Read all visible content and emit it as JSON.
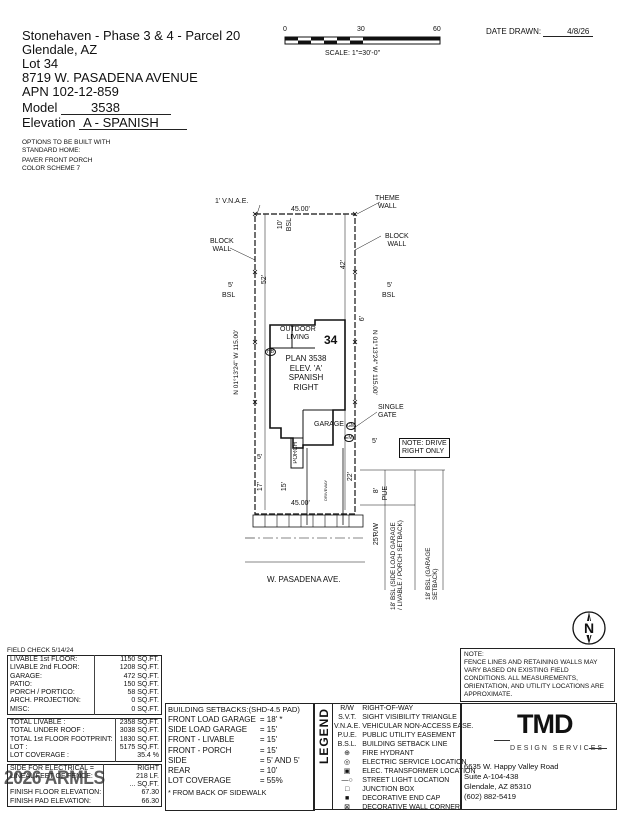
{
  "header": {
    "line1": "Stonehaven - Phase 3 & 4 - Parcel 20",
    "city": "Glendale, AZ",
    "lot_label": "Lot",
    "lot_value": "34",
    "address": "8719 W. PASADENA AVENUE",
    "apn_label": "APN",
    "apn_value": "102-12-859",
    "model_label": "Model",
    "model_value": "3538",
    "elevation_label": "Elevation",
    "elevation_value": "A - SPANISH"
  },
  "options": {
    "title": "OPTIONS TO BE BUILT WITH STANDARD HOME:",
    "title_line1": "OPTIONS TO BE BUILT WITH",
    "title_line2": "STANDARD HOME:",
    "items": [
      "PAVER FRONT PORCH",
      "COLOR SCHEME 7"
    ]
  },
  "scale_bar": {
    "ticks": [
      "0",
      "30",
      "60"
    ],
    "label": "SCALE:  1\"=30'-0\""
  },
  "date": {
    "label": "DATE DRAWN:",
    "value": "4/8/26"
  },
  "plan": {
    "lot_number": "34",
    "plan_text": [
      "PLAN 3538",
      "ELEV. 'A'",
      "SPANISH",
      "RIGHT"
    ],
    "outdoor_living": [
      "OUTDOOR",
      "LIVING"
    ],
    "garage": "GARAGE",
    "porch": "PORCH",
    "driveway": "DRIVEWAY",
    "ve_nae": "1' V.N.A.E.",
    "theme_wall": [
      "THEME",
      "WALL"
    ],
    "block_wall_left": [
      "BLOCK",
      "WALL"
    ],
    "block_wall_right": [
      "BLOCK",
      "WALL"
    ],
    "single_gate": [
      "SINGLE",
      "GATE"
    ],
    "note_drive": [
      "NOTE: DRIVE",
      "RIGHT ONLY"
    ],
    "top_width": "45.00'",
    "bottom_width": "45.00'",
    "left_side": "N 01°13'24\" W  115.00'",
    "right_side": "N 01°13'24\" W  115.00'",
    "dim_10": "10'",
    "dim_bsl": "BSL",
    "dim_42": "42'",
    "dim_52": "52'",
    "dim_5_left": "5'",
    "dim_5_right": "5'",
    "bsl_left": "BSL",
    "bsl_right": "BSL",
    "dim_6": "6'",
    "dim_5b": "5'",
    "dim_5c": "5'",
    "dim_17": "17'",
    "dim_15": "15'",
    "dim_22": "22'",
    "dim_8": "8'",
    "pue": "PUE",
    "rw": "R/W",
    "dim_25": "25'",
    "dim_18_left": "18' BSL (SIDE LOAD GARAGE / LIVABLE / PORCH SETBACK)",
    "dim_18_right": "18' BSL (GARAGE SETBACK)",
    "street": "W. PASADENA AVE.",
    "hb": "HB",
    "gm": "GM",
    "em": "EM"
  },
  "stats": {
    "field_check": "FIELD CHECK  5/14/24",
    "rows": [
      [
        "LIVABLE 1st FLOOR:",
        "1150 SQ.FT."
      ],
      [
        "LIVABLE 2nd FLOOR:",
        "1208 SQ.FT."
      ],
      [
        "GARAGE:",
        "472 SQ.FT."
      ],
      [
        "PATIO:",
        "150 SQ.FT."
      ],
      [
        "PORCH / PORTICO:",
        "58 SQ.FT."
      ],
      [
        "ARCH. PROJECTION:",
        "0 SQ.FT."
      ],
      [
        "MISC:",
        "0 SQ.FT."
      ]
    ],
    "totals": [
      [
        "TOTAL LIVABLE :",
        "2358 SQ.FT."
      ],
      [
        "TOTAL UNDER ROOF :",
        "3038 SQ.FT."
      ],
      [
        "TOTAL 1st FLOOR FOOTPRINT:",
        "1830 SQ.FT."
      ],
      [
        "LOT :",
        "5175 SQ.FT."
      ],
      [
        "LOT COVERAGE :",
        "35.4 %"
      ]
    ],
    "extra": [
      [
        "SIDE FOR ELECTRICAL =",
        "RIGHT"
      ],
      [
        "LINEAL FEET OF FENCE:",
        "218 LF."
      ],
      [
        "",
        "... SQ.FT."
      ],
      [
        "FINISH FLOOR ELEVATION:",
        "67.30"
      ],
      [
        "FINISH PAD ELEVATION:",
        "66.30"
      ]
    ]
  },
  "setbacks": {
    "title": "BUILDING SETBACKS:(SHD-4.5 PAD)",
    "rows": [
      [
        "FRONT LOAD GARAGE",
        "= 18' *"
      ],
      [
        "SIDE LOAD GARAGE",
        "= 15'"
      ],
      [
        "FRONT - LIVABLE",
        "= 15'"
      ],
      [
        "FRONT - PORCH",
        "= 15'"
      ],
      [
        "SIDE",
        "= 5' AND 5'"
      ],
      [
        "REAR",
        "= 10'"
      ],
      [
        "LOT COVERAGE",
        "= 55%"
      ]
    ],
    "footnote": "* FROM BACK OF SIDEWALK"
  },
  "legend": {
    "title": "LEGEND",
    "rows": [
      [
        "R/W",
        "RIGHT-OF-WAY"
      ],
      [
        "S.V.T.",
        "SIGHT VISIBILITY TRIANGLE"
      ],
      [
        "V.N.A.E.",
        "VEHICULAR NON-ACCESS EASE."
      ],
      [
        "P.U.E.",
        "PUBLIC UTILITY EASEMENT"
      ],
      [
        "B.S.L.",
        "BUILDING SETBACK LINE"
      ],
      [
        "⊕",
        "FIRE HYDRANT"
      ],
      [
        "◎",
        "ELECTRIC SERVICE LOCATION"
      ],
      [
        "▣",
        "ELEC. TRANSFORMER LOCATION"
      ],
      [
        "—○",
        "STREET LIGHT LOCATION"
      ],
      [
        "□",
        "JUNCTION BOX"
      ],
      [
        "■",
        "DECORATIVE END CAP"
      ],
      [
        "⊠",
        "DECORATIVE WALL CORNER"
      ]
    ]
  },
  "note": {
    "label": "NOTE:",
    "text": "FENCE LINES AND RETAINING WALLS MAY VARY BASED ON EXISTING FIELD CONDITIONS.  ALL MEASUREMENTS, ORIENTATION, AND UTILITY LOCATIONS ARE APPROXIMATE."
  },
  "company": {
    "logo": "TMD",
    "subtitle": "DESIGN SERVICES",
    "address1": "6635 W. Happy Valley Road",
    "address2": "Suite A-104-438",
    "address3": "Glendale, AZ 85310",
    "phone": "(602) 882-5419"
  },
  "north_arrow": "N",
  "watermark": "2026 ARMLS"
}
